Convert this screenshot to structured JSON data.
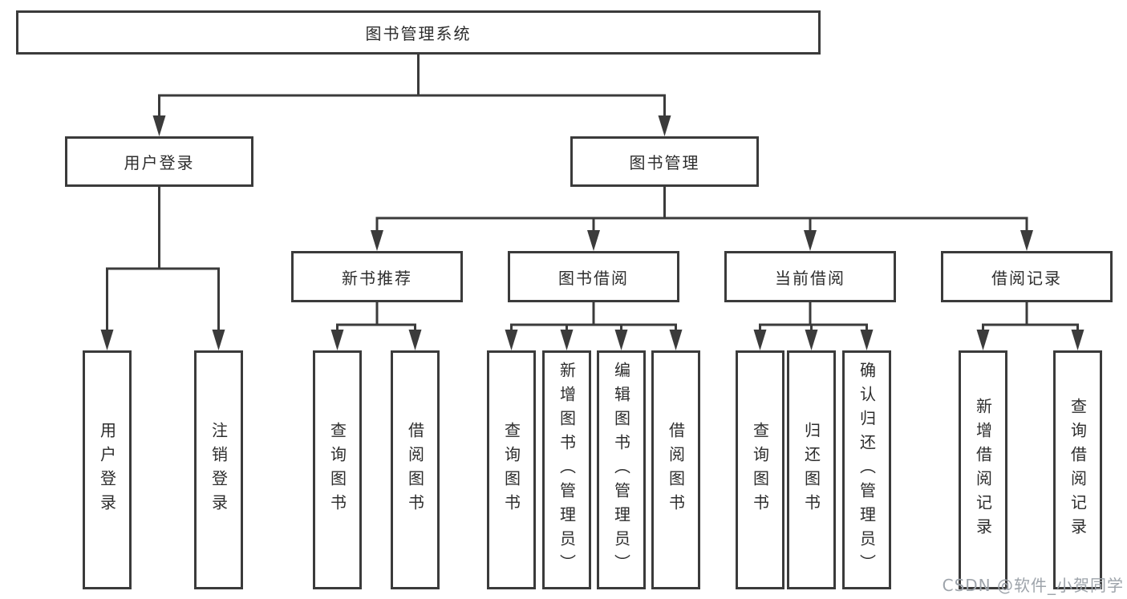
{
  "diagram": {
    "root": "图书管理系统",
    "login": {
      "label": "用户登录",
      "children": [
        "用户登录",
        "注销登录"
      ]
    },
    "management": {
      "label": "图书管理",
      "groups": [
        {
          "label": "新书推荐",
          "children": [
            "查询图书",
            "借阅图书"
          ]
        },
        {
          "label": "图书借阅",
          "children": [
            "查询图书",
            "新增图书（管理员）",
            "编辑图书（管理员）",
            "借阅图书"
          ]
        },
        {
          "label": "当前借阅",
          "children": [
            "查询图书",
            "归还图书",
            "确认归还（管理员）"
          ]
        },
        {
          "label": "借阅记录",
          "children": [
            "新增借阅记录",
            "查询借阅记录"
          ]
        }
      ]
    }
  },
  "watermark": "CSDN @软件_小贺同学",
  "colors": {
    "line": "#3b3b3b",
    "border": "#3b3b3b",
    "text": "#2d2d2d",
    "watermark": "#9ea4ab",
    "background": "#ffffff"
  }
}
